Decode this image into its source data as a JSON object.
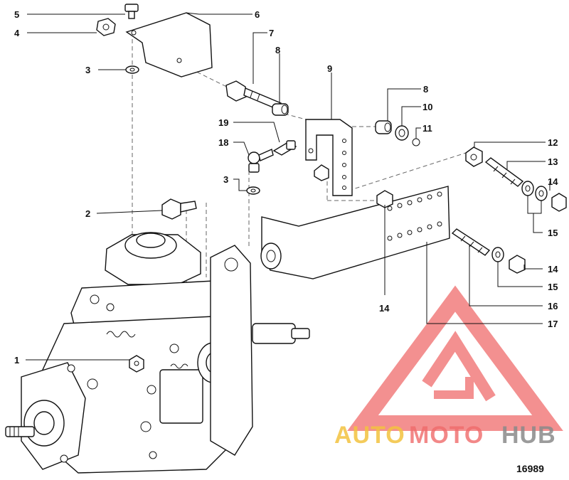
{
  "callouts": [
    "1",
    "2",
    "3",
    "3",
    "4",
    "5",
    "6",
    "7",
    "8",
    "8",
    "9",
    "10",
    "11",
    "12",
    "13",
    "14",
    "14",
    "14",
    "15",
    "15",
    "16",
    "17",
    "18",
    "19"
  ],
  "figure_number": "16989",
  "watermark": {
    "part_a": "AUTO",
    "part_b": "MOTO",
    "part_c": "HUB",
    "colors": {
      "auto": "#f3c23f",
      "moto": "#f06b6b",
      "hub": "#8a8a8a",
      "logo": "#f06b6b"
    }
  }
}
